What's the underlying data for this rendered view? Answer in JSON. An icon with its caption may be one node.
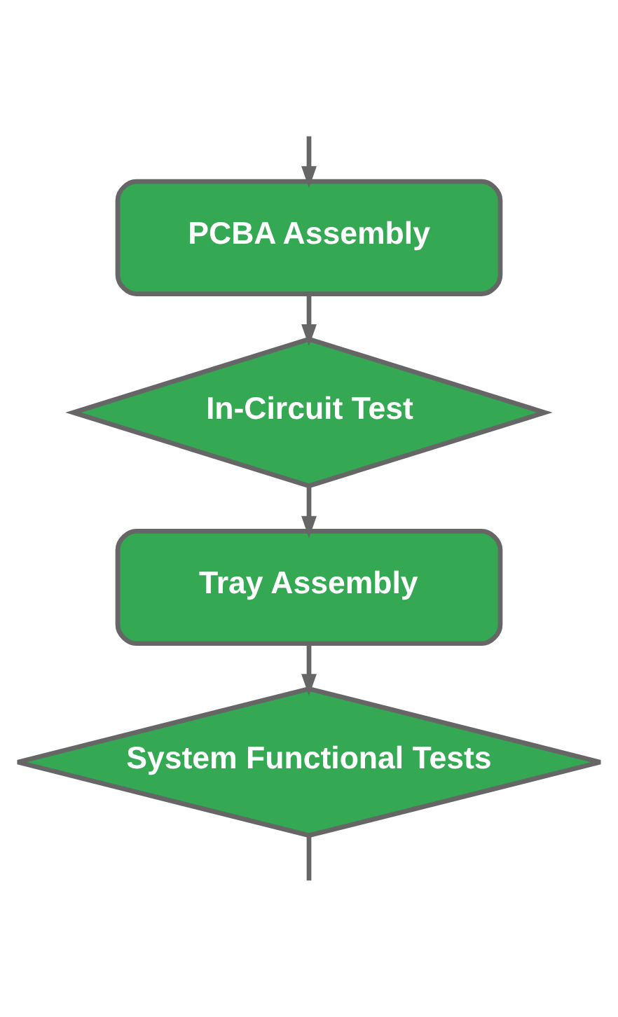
{
  "diagram": {
    "nodes": [
      {
        "text": [
          "PCBA Assembly"
        ]
      },
      {
        "text": [
          "In-Circuit Test"
        ]
      },
      {
        "text": [
          "Tray Assembly"
        ]
      },
      {
        "text": [
          "System Functional Tests"
        ]
      }
    ],
    "edges": [
      {
        "from": null,
        "to": 0,
        "arrow": "to"
      },
      {
        "from": 0,
        "to": 1,
        "arrow": "to"
      },
      {
        "from": 1,
        "to": 2,
        "arrow": "to"
      },
      {
        "from": 2,
        "to": 3,
        "arrow": "to"
      },
      {
        "from": 3,
        "to": null,
        "arrow": "none"
      }
    ]
  }
}
